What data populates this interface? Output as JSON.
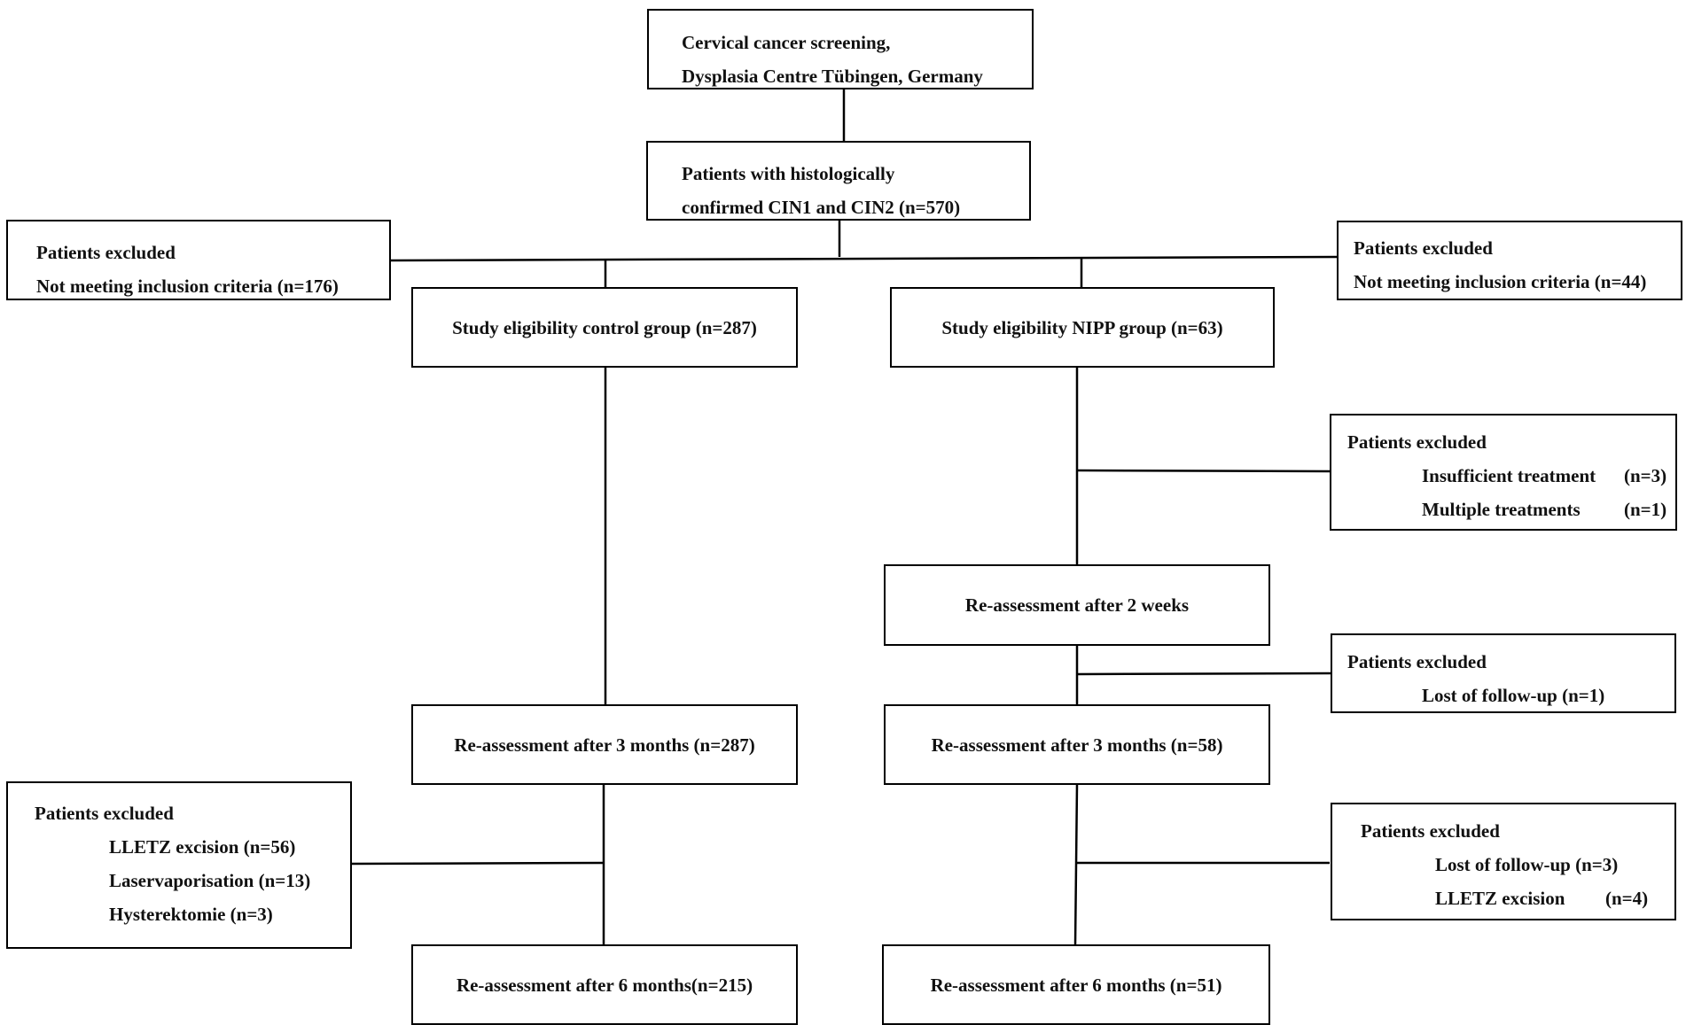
{
  "flowchart": {
    "screening": {
      "line1": "Cervical cancer screening,",
      "line2": "Dysplasia Centre Tübingen, Germany"
    },
    "confirmed": {
      "line1": "Patients with histologically",
      "line2": "confirmed CIN1 and CIN2 (n=570)"
    },
    "excluded_left_top": {
      "title": "Patients excluded",
      "line1": "Not meeting inclusion criteria (n=176)"
    },
    "excluded_right_top": {
      "title": "Patients excluded",
      "line1": "Not meeting inclusion criteria (n=44)"
    },
    "control_group": {
      "label": "Study eligibility control group (n=287)"
    },
    "nipp_group": {
      "label": "Study eligibility NIPP group (n=63)"
    },
    "excluded_nipp_treatment": {
      "title": "Patients excluded",
      "item1_label": "Insufficient treatment",
      "item1_count": "(n=3)",
      "item2_label": "Multiple treatments",
      "item2_count": "(n=1)"
    },
    "nipp_2weeks": {
      "label": "Re-assessment after 2 weeks"
    },
    "excluded_nipp_followup": {
      "title": "Patients excluded",
      "item1": "Lost of follow-up (n=1)"
    },
    "control_3months": {
      "label": "Re-assessment after 3 months (n=287)"
    },
    "nipp_3months": {
      "label": "Re-assessment after 3 months (n=58)"
    },
    "excluded_control_3months": {
      "title": "Patients excluded",
      "item1": "LLETZ excision (n=56)",
      "item2": "Laservaporisation (n=13)",
      "item3": "Hysterektomie (n=3)"
    },
    "excluded_nipp_3months": {
      "title": "Patients excluded",
      "item1": "Lost of follow-up (n=3)",
      "item2_label": "LLETZ excision",
      "item2_count": "(n=4)"
    },
    "control_6months": {
      "label": "Re-assessment after 6 months(n=215)"
    },
    "nipp_6months": {
      "label": "Re-assessment after 6 months (n=51)"
    }
  }
}
